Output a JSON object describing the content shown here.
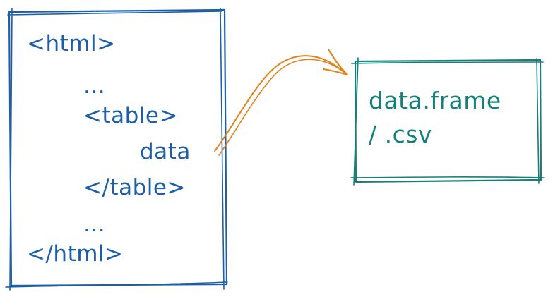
{
  "html_box": {
    "lines": [
      "<html>",
      "...",
      "<table>",
      "data",
      "</table>",
      "...",
      "</html>"
    ]
  },
  "dataframe_box": {
    "lines": [
      "data.frame",
      "/ .csv"
    ]
  },
  "colors": {
    "html_box": "#1d5ea8",
    "dataframe_box": "#157f7a",
    "arrow": "#e0831c"
  }
}
